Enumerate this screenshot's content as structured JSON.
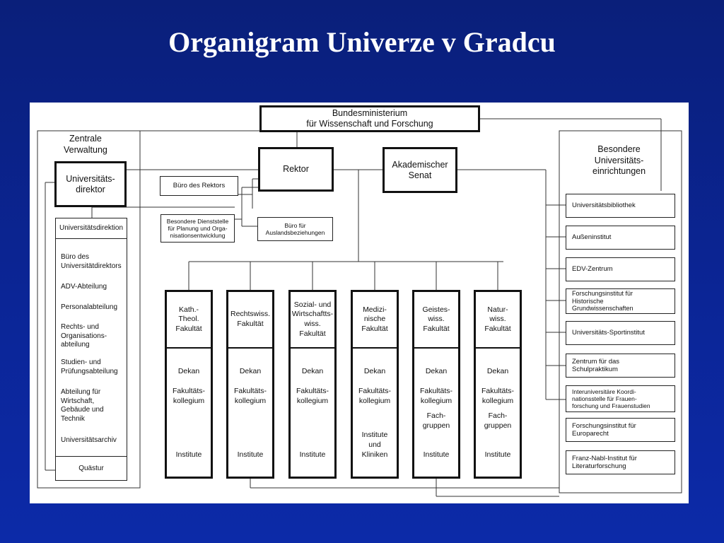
{
  "title": "Organigram Univerze v Gradcu",
  "ministry": "Bundesministerium\nfür Wissenschaft und Forschung",
  "zentrale": "Zentrale\nVerwaltung",
  "besondere": "Besondere\nUniversitäts-\neinrichtungen",
  "rektor": "Rektor",
  "senat": "Akademischer\nSenat",
  "univdirektor": "Universitäts-\ndirektor",
  "buero_rektor": "Büro des Rektors",
  "dienststelle": "Besondere Dienststelle\nfür Planung und Orga-\nnisationsentwicklung",
  "auslands": "Büro für\nAuslandsbeziehungen",
  "direktion": {
    "head": "Universitätsdirektion",
    "items": [
      "Büro des\nUniversitätdirektors",
      "ADV-Abteilung",
      "Personalabteilung",
      "Rechts- und\nOrganisations-\nabteilung",
      "Studien- und\nPrüfungsabteilung",
      "Abteilung für\nWirtschaft,\nGebäude und\nTechnik",
      "Universitätsarchiv"
    ],
    "quaestur": "Quästur"
  },
  "faculties": [
    {
      "name": "Kath.-\nTheol.\nFakultät",
      "dekan": "Dekan",
      "kollegium": "Fakultäts-\nkollegium",
      "extra": "",
      "bottom": "Institute"
    },
    {
      "name": "Rechtswiss.\nFakultät",
      "dekan": "Dekan",
      "kollegium": "Fakultäts-\nkollegium",
      "extra": "",
      "bottom": "Institute"
    },
    {
      "name": "Sozial- und\nWirtschaftts-\nwiss.\nFakultät",
      "dekan": "Dekan",
      "kollegium": "Fakultäts-\nkollegium",
      "extra": "",
      "bottom": "Institute"
    },
    {
      "name": "Medizi-\nnische\nFakultät",
      "dekan": "Dekan",
      "kollegium": "Fakultäts-\nkollegium",
      "extra": "",
      "bottom": "Institute\nund\nKliniken"
    },
    {
      "name": "Geistes-\nwiss.\nFakultät",
      "dekan": "Dekan",
      "kollegium": "Fakultäts-\nkollegium",
      "extra": "Fach-\ngruppen",
      "bottom": "Institute"
    },
    {
      "name": "Natur-\nwiss.\nFakultät",
      "dekan": "Dekan",
      "kollegium": "Fakultäts-\nkollegium",
      "extra": "Fach-\ngruppen",
      "bottom": "Institute"
    }
  ],
  "einrichtungen": [
    "Universitätsbibliothek",
    "Außeninstitut",
    "EDV-Zentrum",
    "Forschungsinstitut für\nHistorische\nGrundwissenschaften",
    "Universitäts-Sportinstitut",
    "Zentrum für das\nSchulpraktikum",
    "Interuniversitäre Koordi-\nnationsstelle für Frauen-\nforschung und Frauenstudien",
    "Forschungsinstitut für\nEuroparecht",
    "Franz-Nabl-Institut für\nLiteraturforschung"
  ]
}
